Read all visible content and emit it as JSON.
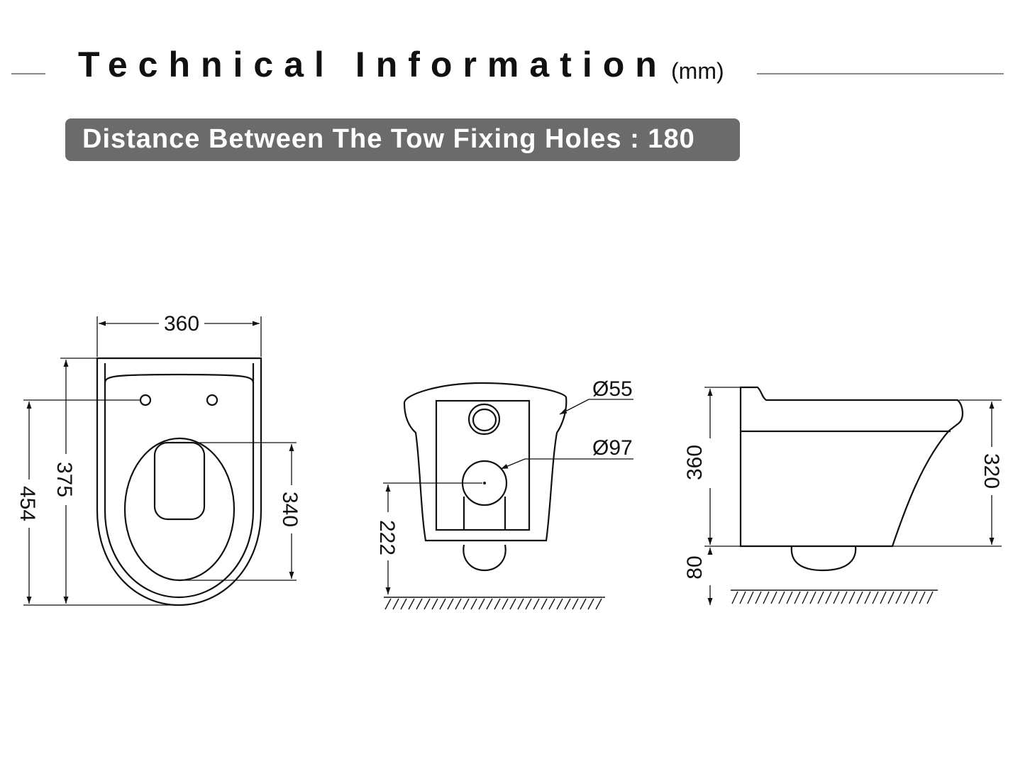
{
  "header": {
    "title": "Technical Information",
    "unit": "(mm)"
  },
  "banner": {
    "text": "Distance Between The Tow Fixing Holes : 180"
  },
  "top_view": {
    "width": "360",
    "depth_total": "454",
    "depth_seat": "375",
    "bowl_length": "340"
  },
  "rear_view": {
    "outlet_diameter": "Ø55",
    "waste_diameter": "Ø97",
    "waste_height": "222"
  },
  "side_view": {
    "height": "360",
    "front_height": "320",
    "floor_gap": "80"
  }
}
